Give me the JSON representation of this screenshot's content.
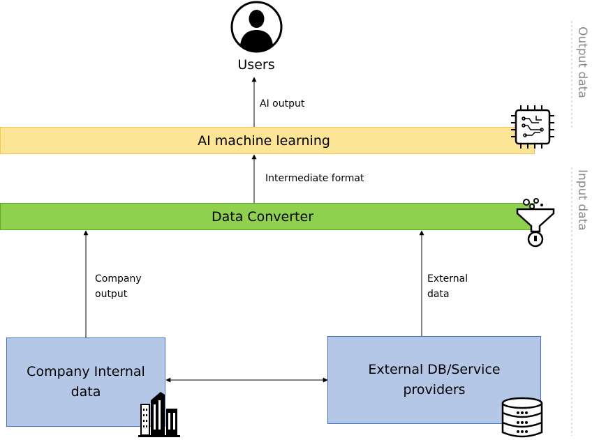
{
  "users": {
    "label": "Users"
  },
  "ai_output": {
    "label": "AI output"
  },
  "ai_layer": {
    "label": "AI machine learning"
  },
  "intermediate": {
    "label": "Intermediate format"
  },
  "converter": {
    "label": "Data Converter"
  },
  "company_output": {
    "label": "Company\n  output"
  },
  "external_data": {
    "label": "External\n  data"
  },
  "internal_box": {
    "label": "Company Internal\ndata"
  },
  "external_box": {
    "label": "External DB/Service\nproviders"
  },
  "side_labels": {
    "output": "Output data",
    "input": "Input data"
  },
  "colors": {
    "ai": "#fde597",
    "converter": "#8fd14f",
    "boxes": "#b4c7e7",
    "box_border": "#4472c4"
  }
}
